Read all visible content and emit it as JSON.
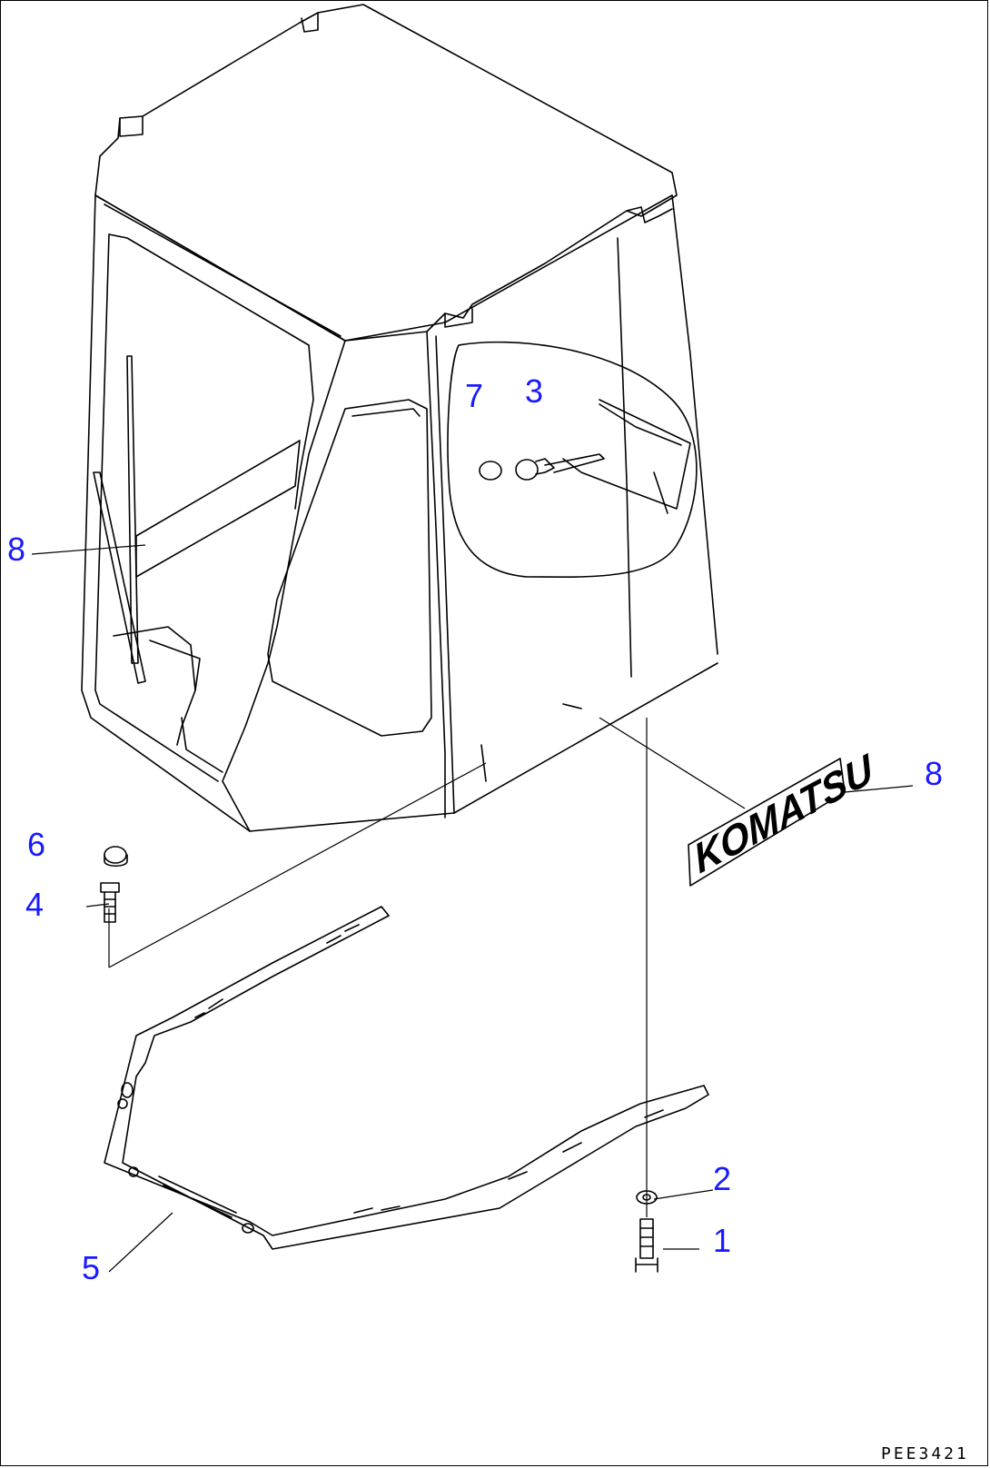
{
  "callouts": [
    {
      "id": "c1",
      "label": "1"
    },
    {
      "id": "c2",
      "label": "2"
    },
    {
      "id": "c3",
      "label": "3"
    },
    {
      "id": "c4",
      "label": "4"
    },
    {
      "id": "c5",
      "label": "5"
    },
    {
      "id": "c6",
      "label": "6"
    },
    {
      "id": "c7",
      "label": "7"
    },
    {
      "id": "c8a",
      "label": "8"
    },
    {
      "id": "c8b",
      "label": "8"
    }
  ],
  "decal": {
    "text": "KOMATSU"
  },
  "drawing_code": "PEE3421",
  "colors": {
    "callout": "#1a1aff",
    "line": "#000000",
    "background": "#ffffff"
  }
}
